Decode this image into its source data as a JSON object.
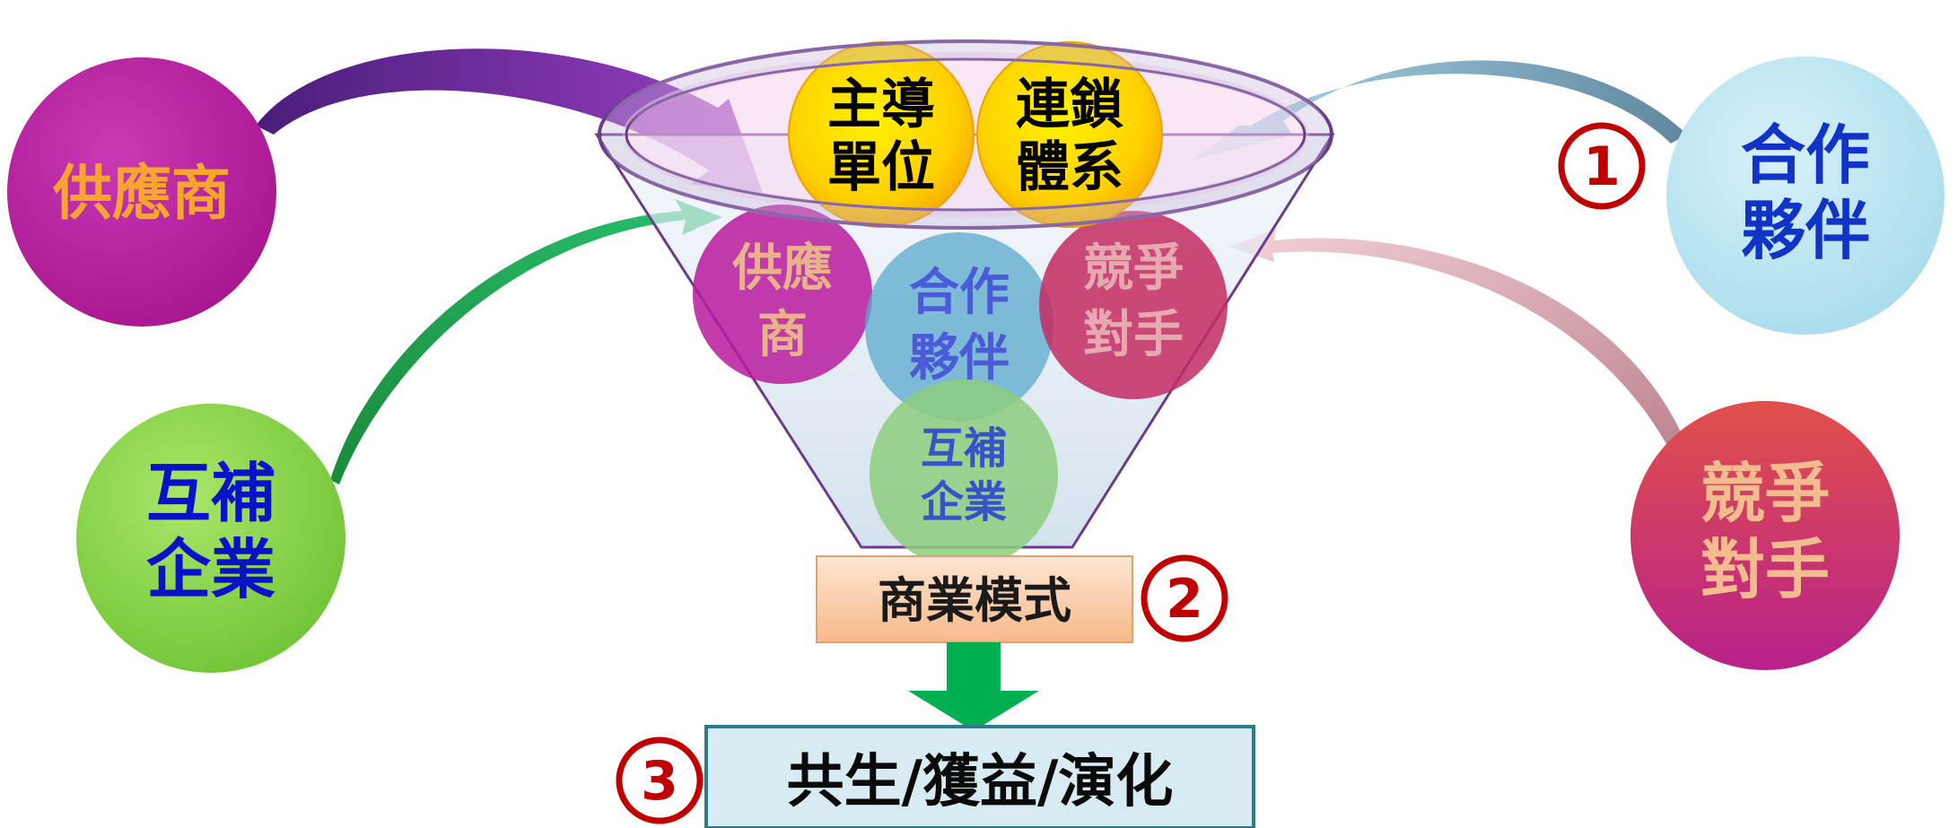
{
  "outer_nodes": {
    "supplier": "供應商",
    "complement": [
      "互補",
      "企業"
    ],
    "partner": [
      "合作",
      "夥伴"
    ],
    "competitor": [
      "競爭",
      "對手"
    ]
  },
  "funnel": {
    "lead_unit": [
      "主導",
      "單位"
    ],
    "chain_system": [
      "連鎖",
      "體系"
    ],
    "supplier": [
      "供應",
      "商"
    ],
    "partner": [
      "合作",
      "夥伴"
    ],
    "competitor": [
      "競爭",
      "對手"
    ],
    "complement": [
      "互補",
      "企業"
    ]
  },
  "business_model": "商業模式",
  "outcome": "共生/獲益/演化",
  "step_markers": [
    "1",
    "2",
    "3"
  ],
  "colors": {
    "supplier": "#b81a9e",
    "supplier_text": "#f6a531",
    "complement": "#8ad64a",
    "complement_text": "#0a12c8",
    "partner": "#bfe6f2",
    "partner_text": "#1133c8",
    "competitor": "#c92a4e",
    "competitor_text": "#f2bc8e",
    "lead": "#ffd400",
    "marker": "#c00000",
    "funnel_stroke": "#6b3c8a",
    "arrow_down": "#00b050"
  }
}
